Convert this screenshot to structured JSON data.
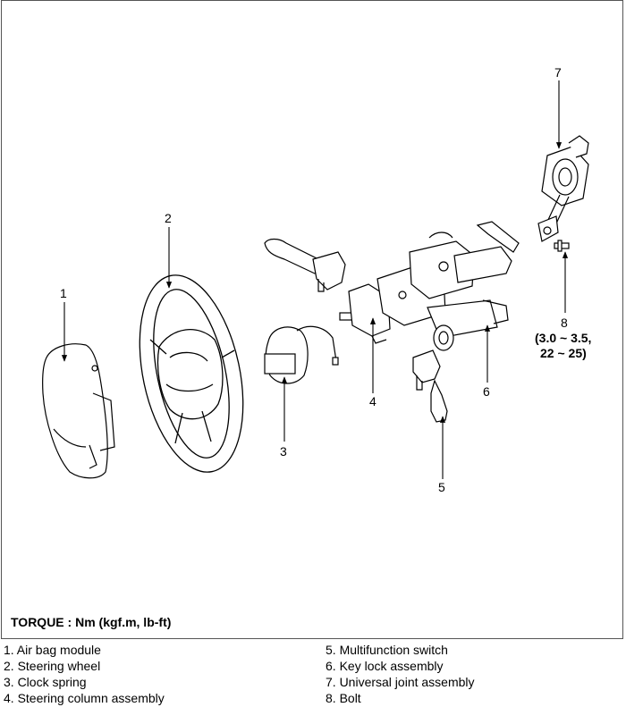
{
  "callouts": {
    "c1": "1",
    "c2": "2",
    "c3": "3",
    "c4": "4",
    "c5": "5",
    "c6": "6",
    "c7": "7",
    "c8": "8",
    "torque_line1": "(3.0 ~ 3.5,",
    "torque_line2": "22 ~ 25)"
  },
  "torque_note": "TORQUE : Nm (kgf.m, lb-ft)",
  "legend": {
    "left": [
      "1. Air bag module",
      "2. Steering wheel",
      "3. Clock spring",
      "4. Steering column assembly"
    ],
    "right": [
      "5. Multifunction switch",
      "6. Key lock assembly",
      "7. Universal joint assembly",
      "8. Bolt"
    ]
  }
}
